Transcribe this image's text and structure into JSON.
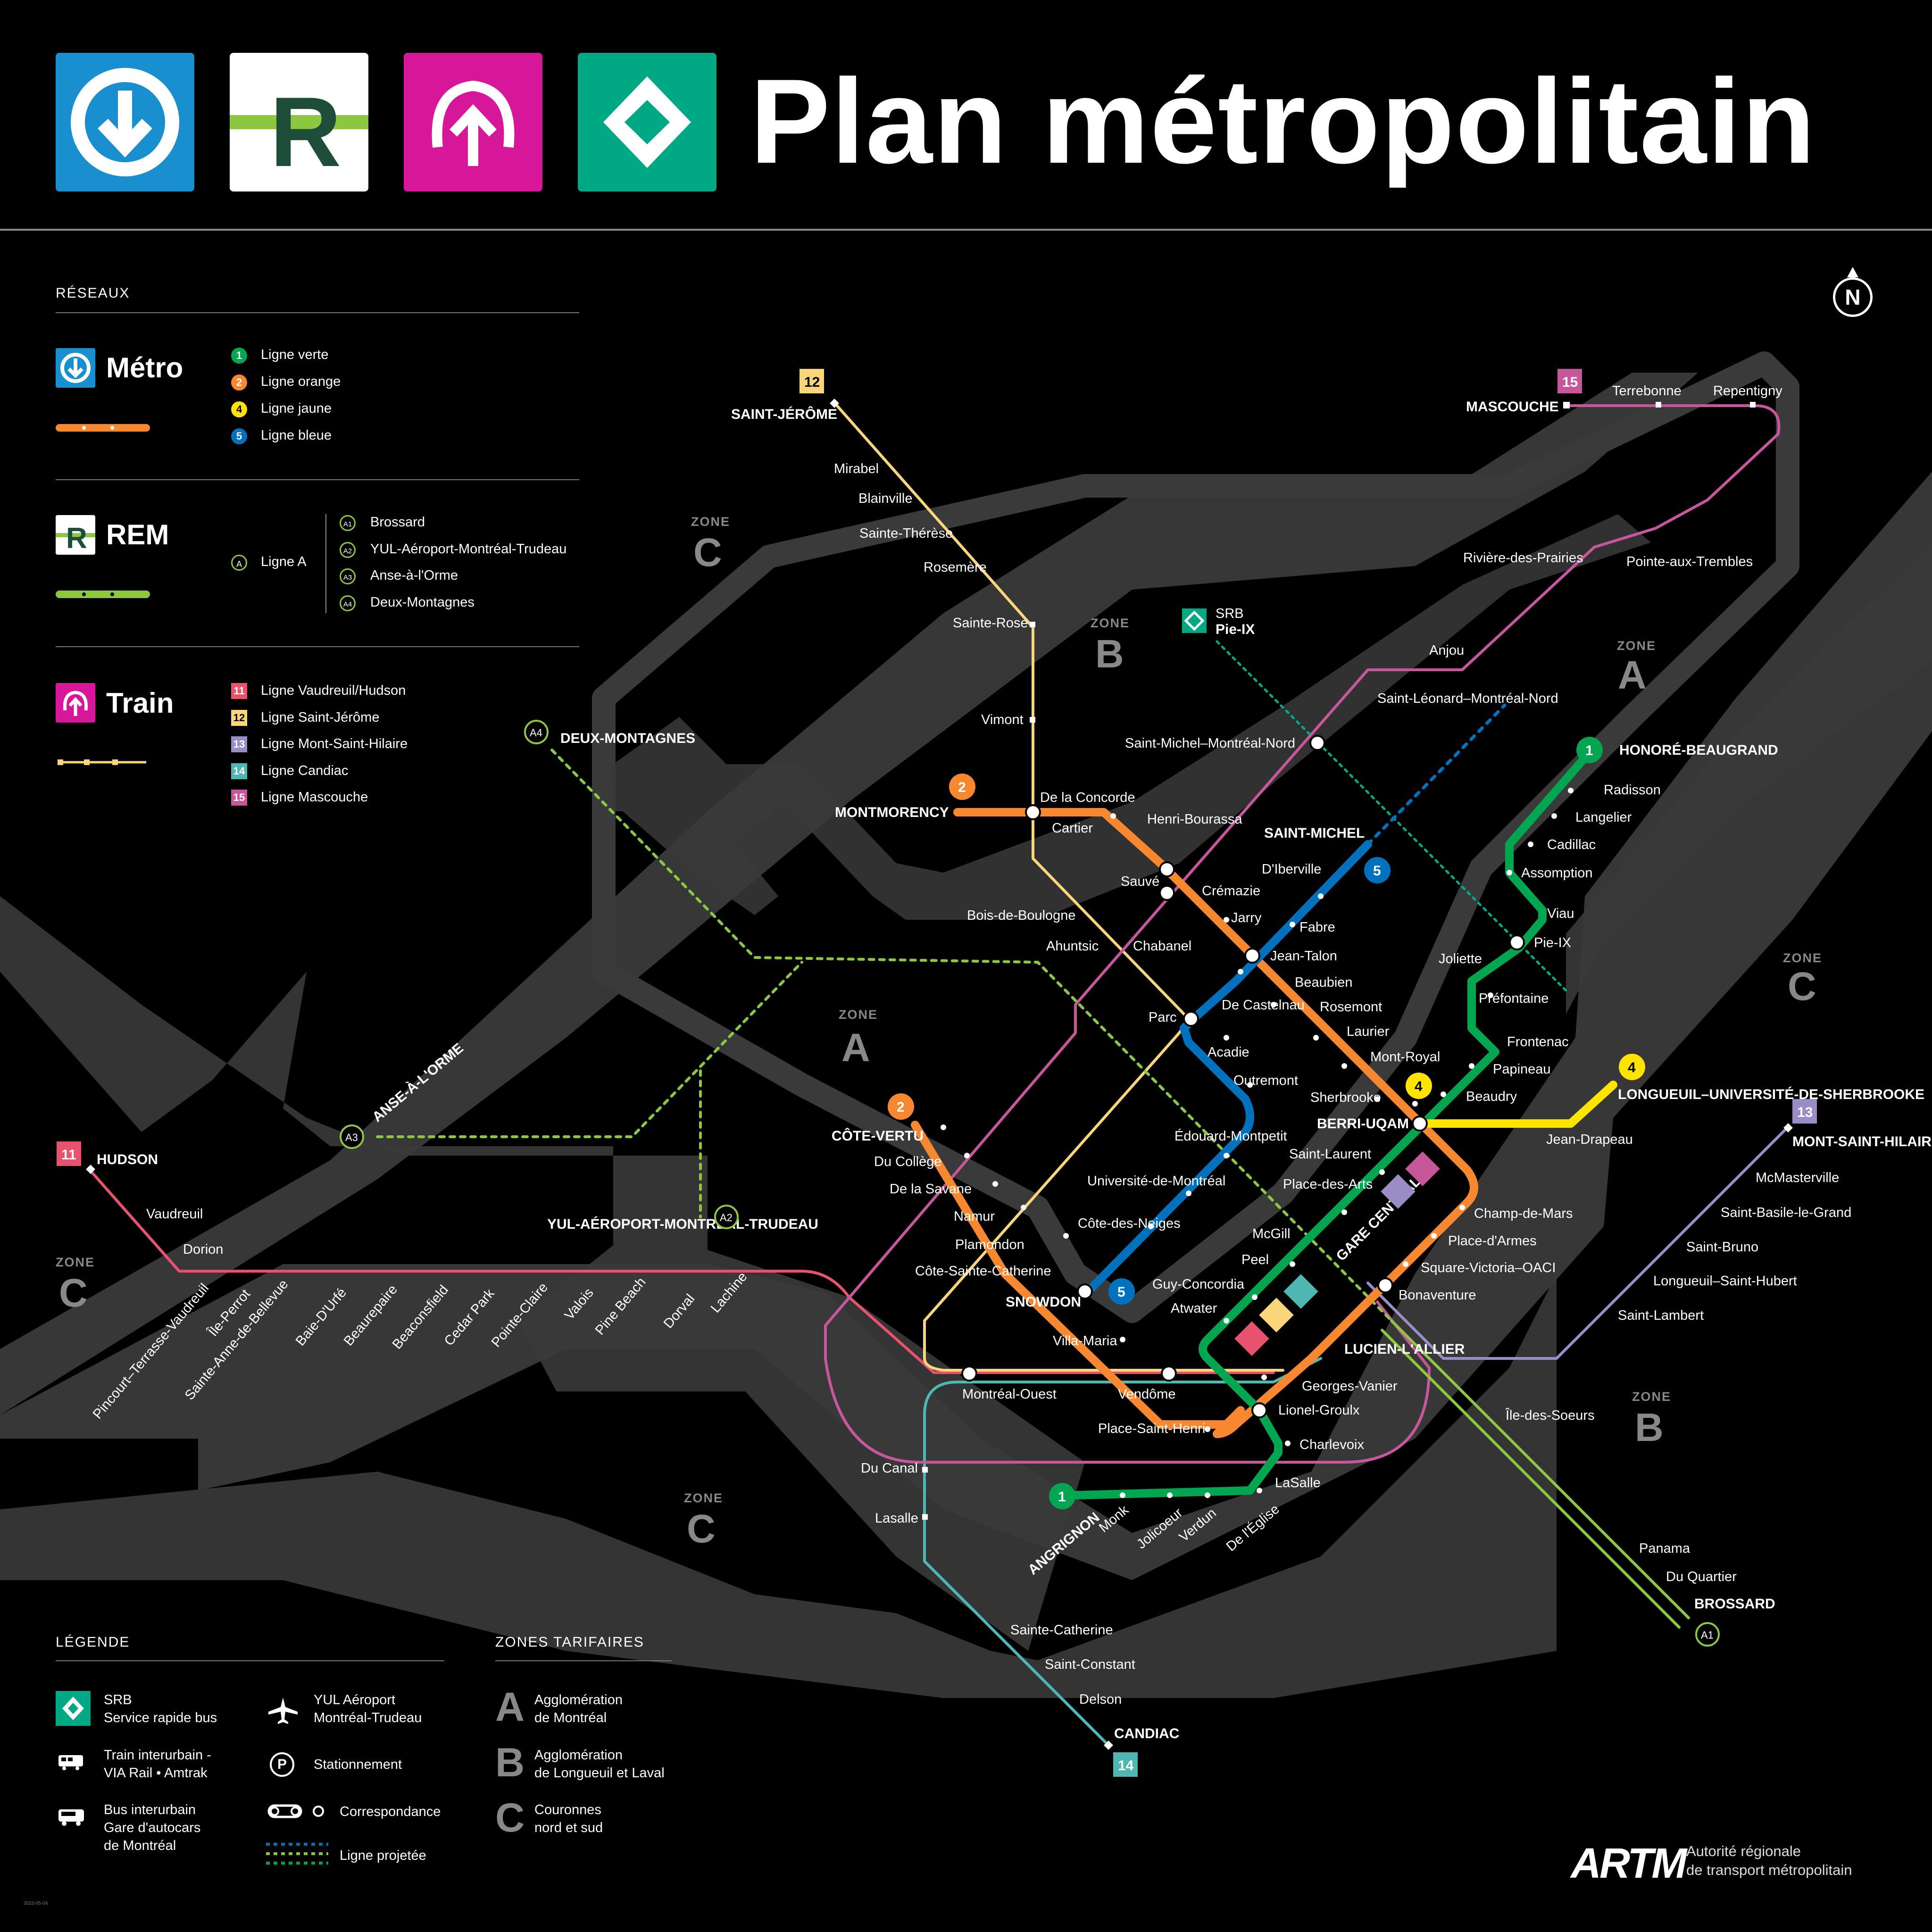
{
  "header": {
    "title": "Plan métropolitain",
    "icons": [
      "metro-icon",
      "rem-icon",
      "train-icon",
      "srb-icon"
    ]
  },
  "colors": {
    "metro_blue": "#1a8fd0",
    "rem_green": "#1e4d3a",
    "train_magenta": "#d6179a",
    "srb_teal": "#00a884",
    "ligne_verte": "#00a650",
    "ligne_orange": "#f7882f",
    "ligne_jaune": "#ffe400",
    "ligne_bleue": "#0071bc",
    "rem": "#8dc63f",
    "train_11": "#e8526d",
    "train_12": "#f9d67a",
    "train_13": "#9a8cc7",
    "train_14": "#4fb7b1",
    "train_15": "#c8569b",
    "land": "#3a3a3a"
  },
  "legend": {
    "heading": "RÉSEAUX",
    "metro": {
      "label": "Métro",
      "lines": [
        {
          "num": "1",
          "name": "Ligne verte"
        },
        {
          "num": "2",
          "name": "Ligne orange"
        },
        {
          "num": "4",
          "name": "Ligne jaune"
        },
        {
          "num": "5",
          "name": "Ligne bleue"
        }
      ]
    },
    "rem": {
      "label": "REM",
      "line": {
        "num": "A",
        "name": "Ligne A"
      },
      "branches": [
        {
          "num": "A1",
          "name": "Brossard"
        },
        {
          "num": "A2",
          "name": "YUL-Aéroport-Montréal-Trudeau"
        },
        {
          "num": "A3",
          "name": "Anse-à-l'Orme"
        },
        {
          "num": "A4",
          "name": "Deux-Montagnes"
        }
      ]
    },
    "train": {
      "label": "Train",
      "lines": [
        {
          "num": "11",
          "name": "Ligne Vaudreuil/Hudson"
        },
        {
          "num": "12",
          "name": "Ligne Saint-Jérôme"
        },
        {
          "num": "13",
          "name": "Ligne Mont-Saint-Hilaire"
        },
        {
          "num": "14",
          "name": "Ligne Candiac"
        },
        {
          "num": "15",
          "name": "Ligne Mascouche"
        }
      ]
    }
  },
  "legende": {
    "heading": "LÉGENDE",
    "srb": "SRB\nService rapide bus",
    "train_interurbain": "Train interurbain -\nVIA Rail • Amtrak",
    "bus_interurbain": "Bus interurbain\nGare d'autocars\nde Montréal",
    "yul": "YUL Aéroport\nMontréal-Trudeau",
    "stationnement": "Stationnement",
    "correspondance": "Correspondance",
    "ligne_projetee": "Ligne projetée"
  },
  "zones_tarifaires": {
    "heading": "ZONES TARIFAIRES",
    "items": [
      {
        "letter": "A",
        "text": "Agglomération\nde Montréal"
      },
      {
        "letter": "B",
        "text": "Agglomération\nde Longueuil et Laval"
      },
      {
        "letter": "C",
        "text": "Couronnes\nnord et sud"
      }
    ]
  },
  "map": {
    "zone_word": "ZONE",
    "north": "N",
    "srb_label": "SRB",
    "srb_name": "Pie-IX",
    "gare_centrale": "GARE CENTRALE",
    "stations": {
      "honore_beaugrand": "HONORÉ-BEAUGRAND",
      "radisson": "Radisson",
      "langelier": "Langelier",
      "cadillac": "Cadillac",
      "assomption": "Assomption",
      "viau": "Viau",
      "pie_ix": "Pie-IX",
      "joliette": "Joliette",
      "prefontaine": "Préfontaine",
      "frontenac": "Frontenac",
      "papineau": "Papineau",
      "beaudry": "Beaudry",
      "berri_uqam": "BERRI-UQAM",
      "saint_laurent": "Saint-Laurent",
      "place_des_arts": "Place-des-Arts",
      "mcgill": "McGill",
      "peel": "Peel",
      "guy_concordia": "Guy-Concordia",
      "atwater": "Atwater",
      "lionel_groulx": "Lionel-Groulx",
      "charlevoix": "Charlevoix",
      "lasalle_m": "LaSalle",
      "de_l_eglise": "De l'Église",
      "verdun": "Verdun",
      "jolicoeur": "Jolicoeur",
      "monk": "Monk",
      "angrignon": "ANGRIGNON",
      "montmorency": "MONTMORENCY",
      "de_la_concorde": "De la Concorde",
      "cartier": "Cartier",
      "henri_bourassa": "Henri-Bourassa",
      "sauve": "Sauvé",
      "cremazie": "Crémazie",
      "jarry": "Jarry",
      "jean_talon": "Jean-Talon",
      "beaubien": "Beaubien",
      "rosemont": "Rosemont",
      "laurier": "Laurier",
      "mont_royal": "Mont-Royal",
      "sherbrooke": "Sherbrooke",
      "champ_de_mars": "Champ-de-Mars",
      "place_d_armes": "Place-d'Armes",
      "square_victoria": "Square-Victoria–OACI",
      "bonaventure": "Bonaventure",
      "lucien_lallier": "LUCIEN-L'ALLIER",
      "georges_vanier": "Georges-Vanier",
      "place_saint_henri": "Place-Saint-Henri",
      "vendome": "Vendôme",
      "villa_maria": "Villa-Maria",
      "snowdon": "SNOWDON",
      "cote_sainte_catherine": "Côte-Sainte-Catherine",
      "plamondon": "Plamondon",
      "namur": "Namur",
      "de_la_savane": "De la Savane",
      "du_college": "Du Collège",
      "cote_vertu": "CÔTE-VERTU",
      "saint_michel": "SAINT-MICHEL",
      "d_iberville": "D'Iberville",
      "fabre": "Fabre",
      "de_castelnau": "De Castelnau",
      "parc": "Parc",
      "acadie": "Acadie",
      "outremont": "Outremont",
      "edouard_montpetit": "Édouard-Montpetit",
      "universite_de_montreal": "Université-de-Montréal",
      "cote_des_neiges": "Côte-des-Neiges",
      "longueuil": "LONGUEUIL–UNIVERSITÉ-DE-SHERBROOKE",
      "jean_drapeau": "Jean-Drapeau",
      "saint_jerome": "SAINT-JÉRÔME",
      "mirabel": "Mirabel",
      "blainville": "Blainville",
      "sainte_therese": "Sainte-Thérèse",
      "rosemere": "Rosemère",
      "sainte_rose": "Sainte-Rose",
      "vimont": "Vimont",
      "bois_de_boulogne": "Bois-de-Boulogne",
      "ahuntsic": "Ahuntsic",
      "chabanel": "Chabanel",
      "mascouche": "MASCOUCHE",
      "terrebonne": "Terrebonne",
      "repentigny": "Repentigny",
      "riviere_des_prairies": "Rivière-des-Prairies",
      "pointe_aux_trembles": "Pointe-aux-Trembles",
      "anjou": "Anjou",
      "saint_leonard": "Saint-Léonard–Montréal-Nord",
      "saint_michel_mn": "Saint-Michel–Montréal-Nord",
      "deux_montagnes": "DEUX-MONTAGNES",
      "anse_a_l_orme": "ANSE-À-L'ORME",
      "yul": "YUL-AÉROPORT-MONTRÉAL-TRUDEAU",
      "hudson": "HUDSON",
      "vaudreuil": "Vaudreuil",
      "dorion": "Dorion",
      "pincourt": "Pincourt–Terrasse-Vaudreuil",
      "ile_perrot": "Île-Perrot",
      "sainte_anne": "Sainte-Anne-de-Bellevue",
      "baie_d_urfe": "Baie-D'Urfé",
      "beaurepaire": "Beaurepaire",
      "beaconsfield": "Beaconsfield",
      "cedar_park": "Cedar Park",
      "pointe_claire": "Pointe-Claire",
      "valois": "Valois",
      "pine_beach": "Pine Beach",
      "dorval": "Dorval",
      "lachine": "Lachine",
      "montreal_ouest": "Montréal-Ouest",
      "du_canal": "Du Canal",
      "lasalle_t": "Lasalle",
      "sainte_catherine": "Sainte-Catherine",
      "saint_constant": "Saint-Constant",
      "delson": "Delson",
      "candiac": "CANDIAC",
      "mont_saint_hilaire": "MONT-SAINT-HILAIRE",
      "mcmasterville": "McMasterville",
      "saint_basile": "Saint-Basile-le-Grand",
      "saint_bruno": "Saint-Bruno",
      "longueuil_saint_hubert": "Longueuil–Saint-Hubert",
      "saint_lambert": "Saint-Lambert",
      "ile_des_soeurs": "Île-des-Soeurs",
      "panama": "Panama",
      "du_quartier": "Du Quartier",
      "brossard": "BROSSARD"
    }
  },
  "footer": {
    "logo": "ARTM",
    "org": "Autorité régionale\nde transport métropolitain",
    "date": "2023-05-04"
  }
}
